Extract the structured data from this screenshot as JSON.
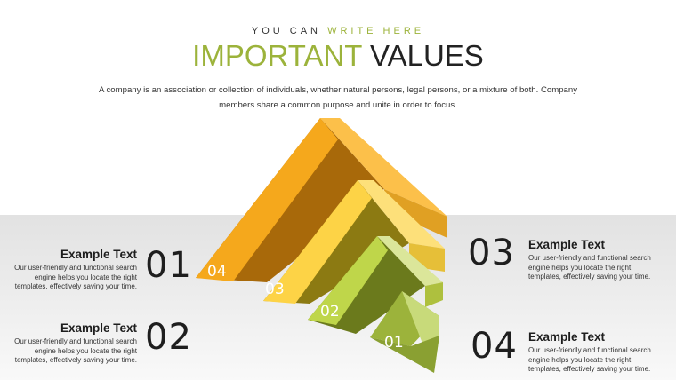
{
  "header": {
    "subtitle_part1": "YOU CAN ",
    "subtitle_part2": "WRITE HERE",
    "title_part1": "IMPORTANT ",
    "title_part2": "VALUES",
    "intro": "A company is an association or collection of individuals, whether natural persons, legal persons, or a mixture of both. Company members share a common purpose and unite in order to focus."
  },
  "colors": {
    "accent_green": "#9cb33b",
    "tier_04": "#f5a81c",
    "tier_03": "#fdd346",
    "tier_02": "#bfd64a",
    "tier_01": "#9cb33b"
  },
  "items": [
    {
      "number": "01",
      "title": "Example Text",
      "body": "Our user-friendly and functional search engine helps you locate the right templates, effectively saving your time."
    },
    {
      "number": "02",
      "title": "Example Text",
      "body": "Our user-friendly and functional search engine helps you locate the right templates, effectively saving your time."
    },
    {
      "number": "03",
      "title": "Example Text",
      "body": "Our user-friendly and functional search engine helps you locate the right templates, effectively saving your time."
    },
    {
      "number": "04",
      "title": "Example Text",
      "body": "Our user-friendly and functional search engine helps you locate the right templates, effectively saving your time."
    }
  ],
  "tier_labels": [
    "04",
    "03",
    "02",
    "01"
  ]
}
